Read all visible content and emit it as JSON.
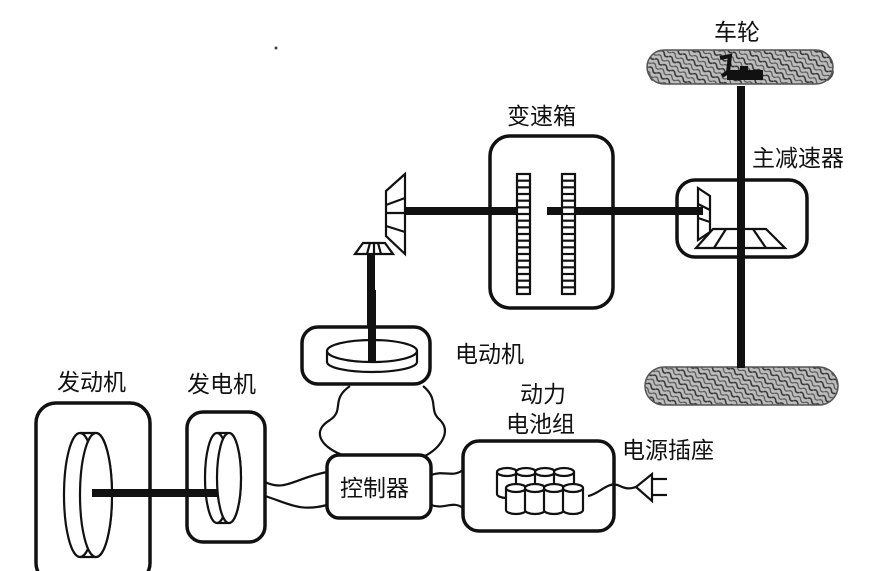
{
  "diagram": {
    "title": "",
    "labels": {
      "wheel": "车轮",
      "final_drive": "主减速器",
      "gearbox": "变速箱",
      "motor": "电动机",
      "battery_line1": "动力",
      "battery_line2": "电池组",
      "power_socket": "电源插座",
      "engine": "发动机",
      "generator": "发电机",
      "controller": "控制器"
    },
    "components": [
      {
        "id": "engine",
        "label": "发动机",
        "connects_to": [
          "generator"
        ]
      },
      {
        "id": "generator",
        "label": "发电机",
        "connects_to": [
          "controller"
        ]
      },
      {
        "id": "controller",
        "label": "控制器",
        "connects_to": [
          "motor",
          "battery"
        ]
      },
      {
        "id": "motor",
        "label": "电动机",
        "connects_to": [
          "bevel-gear"
        ]
      },
      {
        "id": "battery",
        "label": "动力电池组",
        "connects_to": [
          "power-socket"
        ]
      },
      {
        "id": "power-socket",
        "label": "电源插座",
        "connects_to": []
      },
      {
        "id": "gearbox",
        "label": "变速箱",
        "connects_to": [
          "final-drive"
        ]
      },
      {
        "id": "final-drive",
        "label": "主减速器",
        "connects_to": [
          "wheel-top",
          "wheel-bottom"
        ]
      },
      {
        "id": "wheel-top",
        "label": "车轮",
        "connects_to": []
      },
      {
        "id": "wheel-bottom",
        "label": "",
        "connects_to": []
      }
    ],
    "colors": {
      "line": "#111111",
      "background": "#ffffff",
      "tire": "#8a8a8a"
    }
  }
}
